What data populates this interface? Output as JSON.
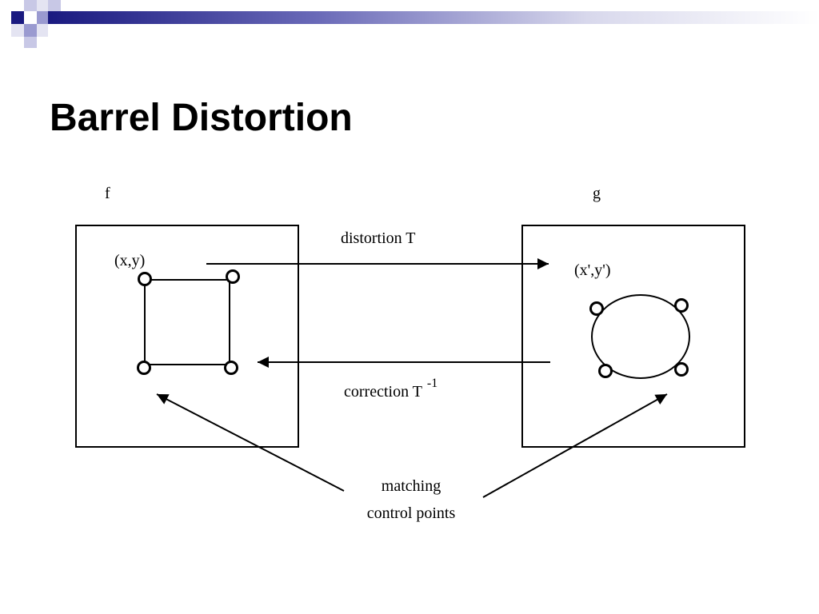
{
  "slide": {
    "title": "Barrel Distortion"
  },
  "diagram": {
    "source_label": "f",
    "target_label": "g",
    "source_point_label": "(x,y)",
    "target_point_label": "(x',y')",
    "forward_label": "distortion T",
    "inverse_label": "correction T",
    "inverse_superscript": "-1",
    "callout_line1": "matching",
    "callout_line2": "control points"
  },
  "colors": {
    "header_dark": "#1a1a80",
    "header_mid": "#6a6ab8",
    "header_light": "#d8d8ec",
    "ink": "#000000",
    "background": "#ffffff"
  }
}
